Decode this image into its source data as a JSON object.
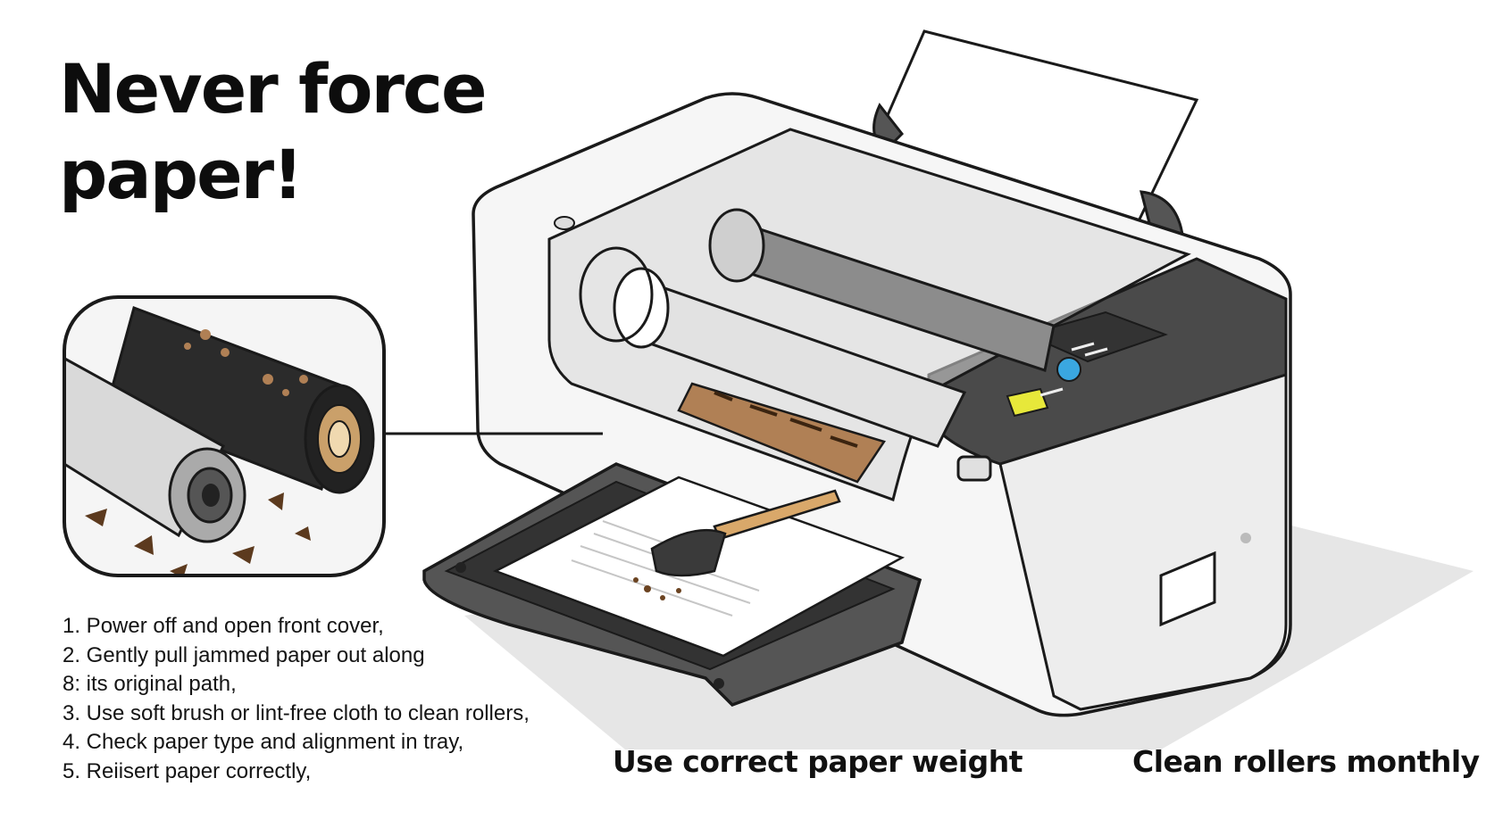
{
  "headline": "Never force paper!",
  "steps": [
    "1. Power off and open front cover,",
    "2.  Gently pull jammed paper out along",
    "8:   its original path,",
    "3.  Use soft brush or lint-free cloth to clean rollers,",
    "4.  Check paper type and alignment in tray,",
    "5. Reiisert paper correctly,"
  ],
  "captions": {
    "paper_weight": "Use correct paper weight",
    "clean_rollers": "Clean rollers monthly"
  },
  "illustration": {
    "subject": "printer with open transparent cover showing rollers, jammed paper debris and cleaning brush",
    "inset": "magnified dirty roller with debris",
    "colors": {
      "outline": "#1a1a1a",
      "body": "#f4f4f4",
      "panel": "#4a4a4a",
      "debris": "#8b5a2b",
      "button_blue": "#3aa7e0",
      "button_yellow": "#e7e83a",
      "brush_handle": "#d9a86a"
    }
  }
}
